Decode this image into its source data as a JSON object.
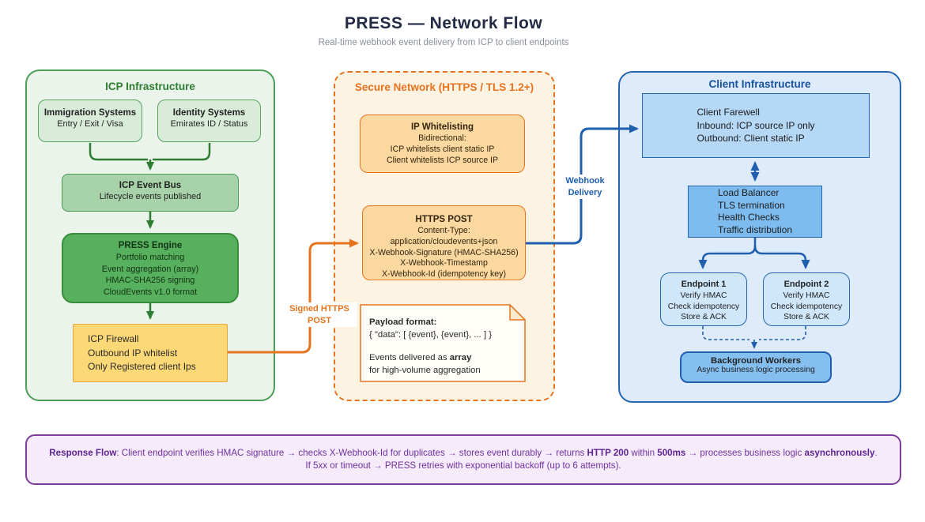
{
  "header": {
    "title": "PRESS — Network Flow",
    "subtitle": "Real-time webhook event delivery from ICP to client endpoints"
  },
  "icp": {
    "title": "ICP Infrastructure",
    "immigration": {
      "title": "Immigration Systems",
      "subtitle": "Entry / Exit / Visa"
    },
    "identity": {
      "title": "Identity Systems",
      "subtitle": "Emirates ID / Status"
    },
    "event_bus": {
      "title": "ICP Event Bus",
      "subtitle": "Lifecycle events published"
    },
    "engine": {
      "title": "PRESS Engine",
      "lines": [
        "Portfolio matching",
        "Event aggregation (array)",
        "HMAC-SHA256 signing",
        "CloudEvents v1.0 format"
      ]
    },
    "firewall": {
      "lines": [
        "ICP Firewall",
        "Outbound IP whitelist",
        "Only Registered client Ips"
      ]
    }
  },
  "secure": {
    "title": "Secure Network (HTTPS / TLS 1.2+)",
    "ip_whitelisting": {
      "title": "IP Whitelisting",
      "lines": [
        "Bidirectional:",
        "ICP whitelists client static IP",
        "Client whitelists ICP source IP"
      ]
    },
    "https_post": {
      "title": "HTTPS POST",
      "lines": [
        "Content-Type: application/cloudevents+json",
        "X-Webhook-Signature (HMAC-SHA256)",
        "X-Webhook-Timestamp",
        "X-Webhook-Id (idempotency key)"
      ]
    },
    "payload": {
      "title": "Payload format:",
      "schema": "{ \"data\": [ {event}, {event}, ... ] }",
      "note_pre": "Events delivered as ",
      "note_bold": "array",
      "note_line2": "for high-volume aggregation"
    }
  },
  "client": {
    "title": "Client Infrastructure",
    "firewall": {
      "lines": [
        "Client Farewell",
        "Inbound: ICP source IP only",
        "Outbound: Client static IP"
      ]
    },
    "load_balancer": {
      "lines": [
        "Load Balancer",
        "TLS termination",
        "Health Checks",
        "Traffic distribution"
      ]
    },
    "endpoint1": {
      "title": "Endpoint 1",
      "lines": [
        "Verify HMAC",
        "Check idempotency",
        "Store & ACK"
      ]
    },
    "endpoint2": {
      "title": "Endpoint 2",
      "lines": [
        "Verify HMAC",
        "Check idempotency",
        "Store & ACK"
      ]
    },
    "workers": {
      "title": "Background Workers",
      "subtitle": "Async business logic processing"
    }
  },
  "edge_labels": {
    "signed_post": {
      "line1": "Signed HTTPS",
      "line2": "POST"
    },
    "webhook_delivery": {
      "line1": "Webhook",
      "line2": "Delivery"
    }
  },
  "response_flow": {
    "label": "Response Flow",
    "seg1": ": Client endpoint verifies HMAC signature → checks X-Webhook-Id for duplicates → stores event durably → returns ",
    "bold1": "HTTP 200",
    "seg2": " within ",
    "bold2": "500ms",
    "seg3": " → processes business logic ",
    "bold3": "asynchronously",
    "seg4": ".",
    "line2": "If 5xx or timeout → PRESS retries with exponential backoff (up to 6 attempts)."
  },
  "colors": {
    "green_accent": "#2e7d32",
    "orange_accent": "#e6731e",
    "blue_accent": "#1f5fad",
    "purple_accent": "#7d3c98",
    "firewall_yellow": "#fcd876"
  }
}
